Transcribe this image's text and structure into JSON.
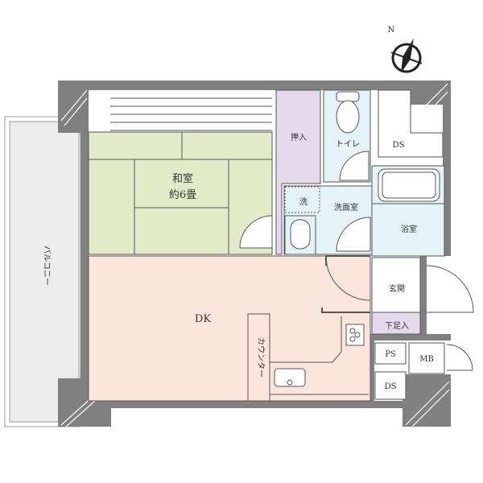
{
  "compass": {
    "letter": "N"
  },
  "rooms": {
    "washitsu_line1": "和室",
    "washitsu_line2": "約6畳",
    "oshiire": "押入",
    "toilet": "トイレ",
    "ds_top": "DS",
    "washroom": "洗面室",
    "washer": "洗",
    "bath": "浴室",
    "balcony": "バルコニー",
    "dk": "DK",
    "counter": "カウンター",
    "genkan": "玄関",
    "shoe": "下足入",
    "ps": "PS",
    "mb": "MB",
    "ds_bottom": "DS"
  },
  "colors": {
    "wall": "#808080",
    "tatami": "#e1ebc8",
    "closet": "#e4d9ea",
    "wet": "#e3f3f8",
    "dk": "#fbe4da",
    "balcony": "#ececec"
  }
}
